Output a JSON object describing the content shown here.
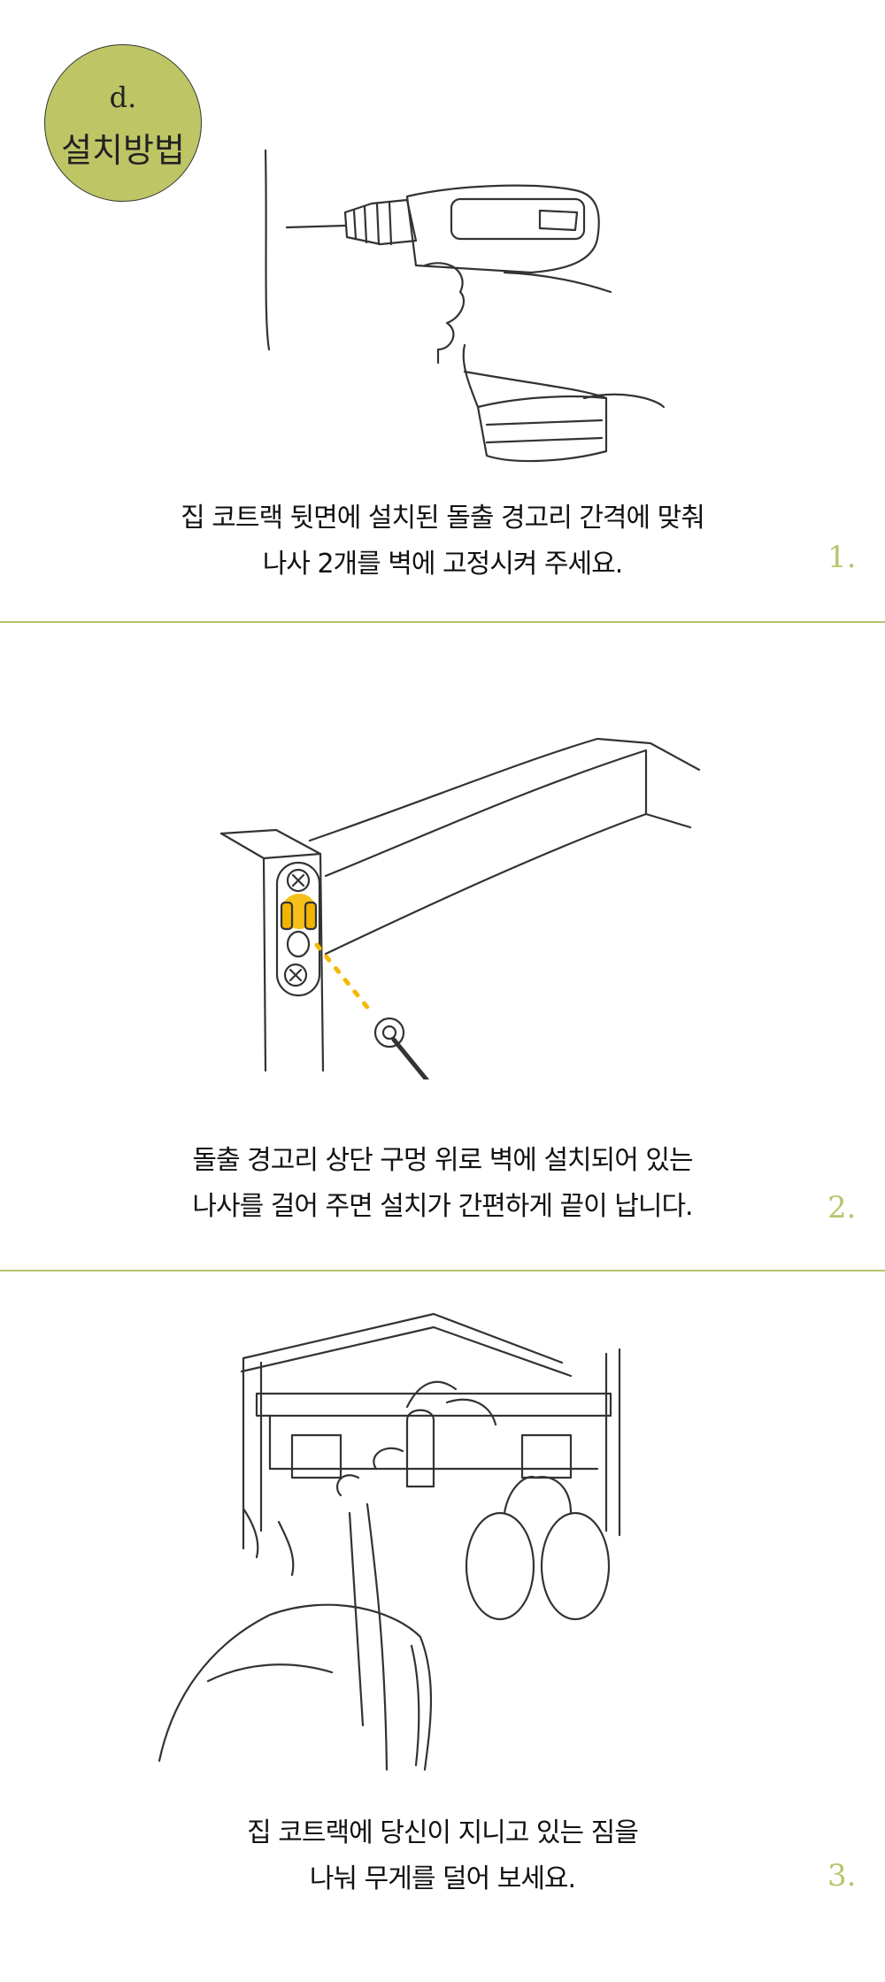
{
  "badge": {
    "letter": "d.",
    "title": "설치방법"
  },
  "steps": [
    {
      "number": "1.",
      "lines": [
        "집 코트랙 뒷면에 설치된 돌출 경고리 간격에 맞춰",
        "나사 2개를 벽에 고정시켜 주세요."
      ]
    },
    {
      "number": "2.",
      "lines": [
        "돌출 경고리 상단 구멍 위로 벽에 설치되어 있는",
        "나사를 걸어 주면 설치가 간편하게 끝이 납니다."
      ]
    },
    {
      "number": "3.",
      "lines": [
        "집 코트랙에 당신이 지니고 있는 짐을",
        "나눠 무게를 덜어 보세요."
      ]
    }
  ],
  "colors": {
    "accent": "#bec565",
    "highlight": "#f5b800",
    "divider": "#b5c36a"
  }
}
